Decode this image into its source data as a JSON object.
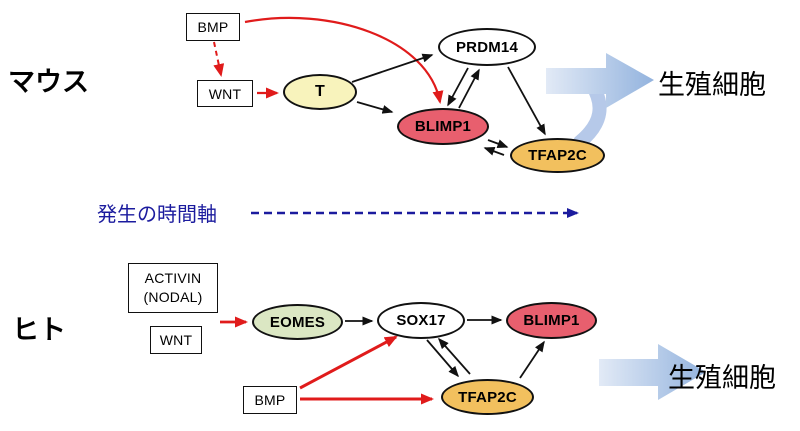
{
  "colors": {
    "red_arrow": "#e01b1b",
    "black_arrow": "#111111",
    "timeline_blue": "#1b1b9e",
    "t_fill": "#f8f3bc",
    "blimp1_fill": "#e85f6e",
    "tfap2c_fill": "#f2c05e",
    "eomes_fill": "#dbe7c3",
    "big_arrow_light": "#e2eaf6",
    "big_arrow_dark": "#93b3de"
  },
  "mouse": {
    "section_label": "マウス",
    "nodes": {
      "bmp": "BMP",
      "wnt": "WNT",
      "t": "T",
      "prdm14": "PRDM14",
      "blimp1": "BLIMP1",
      "tfap2c": "TFAP2C"
    },
    "output_label": "生殖細胞"
  },
  "timeline": {
    "label": "発生の時間軸"
  },
  "human": {
    "section_label": "ヒト",
    "nodes": {
      "activin": "ACTIVIN",
      "nodal": "(NODAL)",
      "wnt": "WNT",
      "eomes": "EOMES",
      "sox17": "SOX17",
      "blimp1": "BLIMP1",
      "tfap2c": "TFAP2C",
      "bmp": "BMP"
    },
    "output_label": "生殖細胞"
  }
}
